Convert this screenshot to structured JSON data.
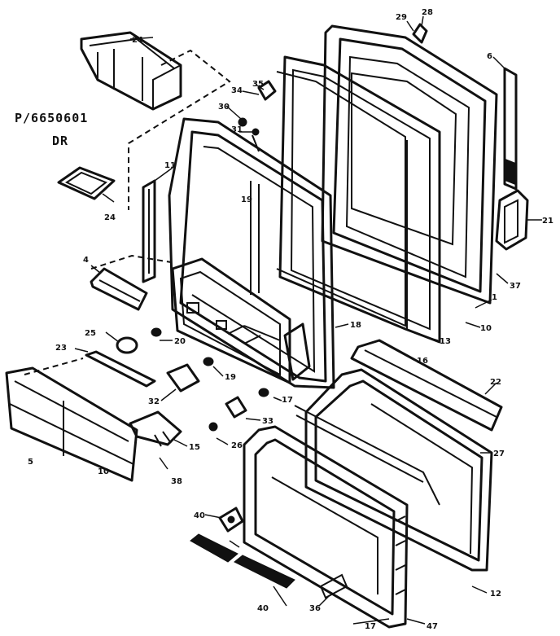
{
  "header": {
    "model_ref": "P/6650601",
    "model_sub": "DR"
  },
  "callouts": [
    {
      "id": "c-24a",
      "label": "24"
    },
    {
      "id": "c-24b",
      "label": "24"
    },
    {
      "id": "c-29a",
      "label": "29"
    },
    {
      "id": "c-28a",
      "label": "28"
    },
    {
      "id": "c-6a",
      "label": "6"
    },
    {
      "id": "c-34",
      "label": "34"
    },
    {
      "id": "c-35",
      "label": "35"
    },
    {
      "id": "c-30",
      "label": "30"
    },
    {
      "id": "c-31",
      "label": "31"
    },
    {
      "id": "c-11",
      "label": "11"
    },
    {
      "id": "c-4",
      "label": "4"
    },
    {
      "id": "c-19a",
      "label": "19"
    },
    {
      "id": "c-21a",
      "label": "21"
    },
    {
      "id": "c-37a",
      "label": "37"
    },
    {
      "id": "c-1",
      "label": "1"
    },
    {
      "id": "c-10a",
      "label": "10"
    },
    {
      "id": "c-13",
      "label": "13"
    },
    {
      "id": "c-18",
      "label": "18"
    },
    {
      "id": "c-16",
      "label": "16"
    },
    {
      "id": "c-25",
      "label": "25"
    },
    {
      "id": "c-20",
      "label": "20"
    },
    {
      "id": "c-23",
      "label": "23"
    },
    {
      "id": "c-19b",
      "label": "19"
    },
    {
      "id": "c-32",
      "label": "32"
    },
    {
      "id": "c-17a",
      "label": "17"
    },
    {
      "id": "c-33",
      "label": "33"
    },
    {
      "id": "c-26",
      "label": "26"
    },
    {
      "id": "c-22",
      "label": "22"
    },
    {
      "id": "c-27b",
      "label": "27"
    },
    {
      "id": "c-5",
      "label": "5"
    },
    {
      "id": "c-10b",
      "label": "10"
    },
    {
      "id": "c-15",
      "label": "15"
    },
    {
      "id": "c-38",
      "label": "38"
    },
    {
      "id": "c-40a",
      "label": "40"
    },
    {
      "id": "c-40b",
      "label": "40"
    },
    {
      "id": "c-36",
      "label": "36"
    },
    {
      "id": "c-12",
      "label": "12"
    },
    {
      "id": "c-17b",
      "label": "17"
    },
    {
      "id": "c-47",
      "label": "47"
    }
  ]
}
